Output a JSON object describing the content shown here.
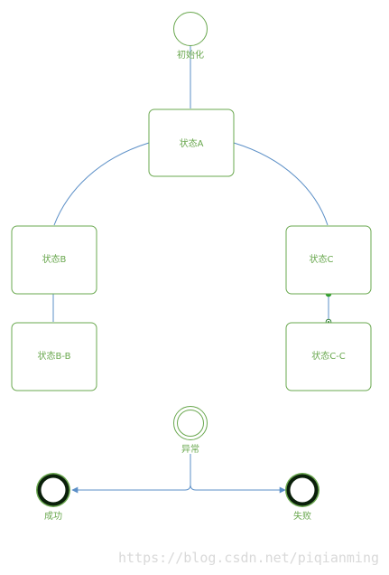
{
  "nodes": {
    "init": {
      "label": "初始化"
    },
    "stateA": {
      "label": "状态A"
    },
    "stateB": {
      "label": "状态B"
    },
    "stateBB": {
      "label": "状态B-B"
    },
    "stateC": {
      "label": "状态C"
    },
    "stateCC": {
      "label": "状态C-C"
    },
    "exception": {
      "label": "异常"
    },
    "success": {
      "label": "成功"
    },
    "failure": {
      "label": "失败"
    }
  },
  "watermark": "https://blog.csdn.net/piqianming",
  "colors": {
    "node_stroke": "#6aa84f",
    "edge": "#5b8fc7",
    "final_stroke": "#0a1f0a",
    "final_ring": "#6aa84f",
    "watermark": "#d9d9d9"
  }
}
